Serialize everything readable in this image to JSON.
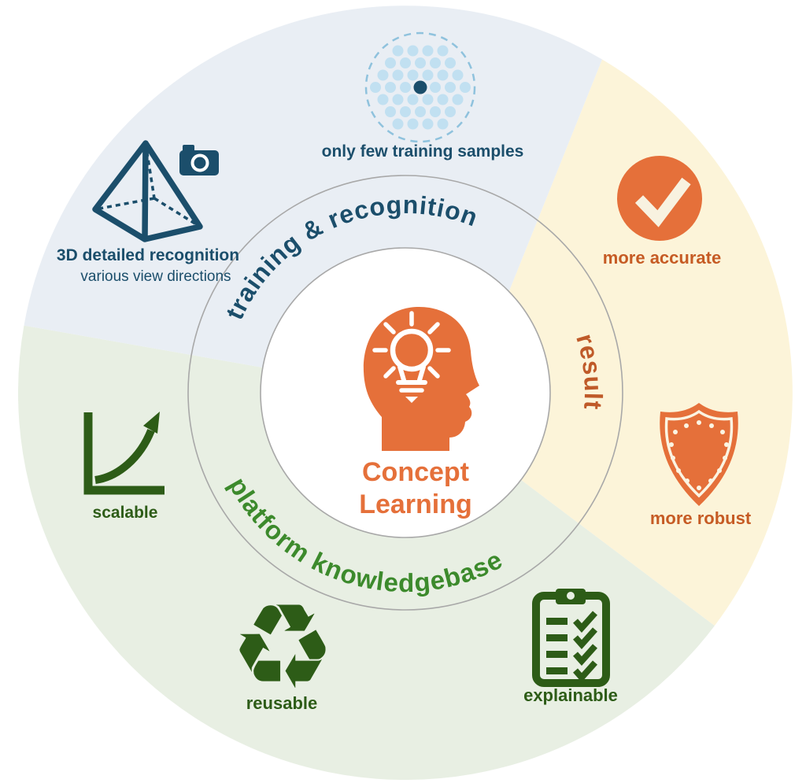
{
  "diagram": {
    "center": {
      "title_line1": "Concept",
      "title_line2": "Learning"
    },
    "arcs": {
      "training": "training & recognition",
      "result": "result",
      "knowledgebase": "platform knowledgebase"
    },
    "items": {
      "samples": "only few training samples",
      "detail3d": "3D detailed recognition",
      "detail3d_sub": "various view directions",
      "accurate": "more accurate",
      "robust": "more robust",
      "scalable": "scalable",
      "reusable": "reusable",
      "explainable": "explainable"
    },
    "glyphs": {
      "recycle": "♻"
    },
    "colors": {
      "sector_training": "#e9eef4",
      "sector_result": "#fcf4d9",
      "sector_knowledgebase": "#e8efe3",
      "navy": "#1b4e6b",
      "orange": "#e5703a",
      "orange_label": "#c65b24",
      "arc_green": "#3c8a2c",
      "dark_green": "#2d5c17",
      "ring_border": "#a8a8a8",
      "dot_light_blue": "#c1e0f1",
      "dash_blue": "#8fc2dd",
      "cream": "#f8f2e0"
    }
  }
}
